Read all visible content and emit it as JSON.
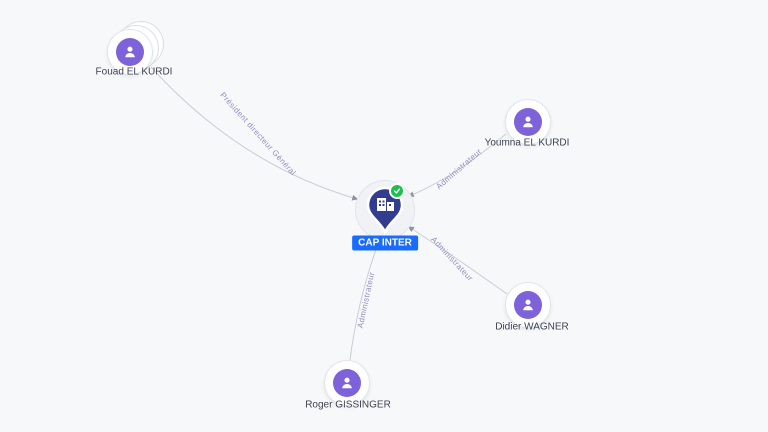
{
  "canvas": {
    "background": "#f7f8fa"
  },
  "center": {
    "label": "CAP INTER",
    "badge": "verified-check",
    "label_bg": "#1a6bff",
    "pin_color": "#333d8f",
    "check_color": "#1dbf4e"
  },
  "people": [
    {
      "label": "Fouad EL KURDI",
      "role": "Président directeur Général"
    },
    {
      "label": "Youmna EL KURDI",
      "role": "Administrateur"
    },
    {
      "label": "Didier WAGNER",
      "role": "Administrateur"
    },
    {
      "label": "Roger GISSINGER",
      "role": "Administrateur"
    }
  ],
  "colors": {
    "person_circle": "#7d62d9",
    "edge": "#c9cdd6",
    "edge_label": "#938cc4",
    "node_label_text": "#3b4250"
  }
}
